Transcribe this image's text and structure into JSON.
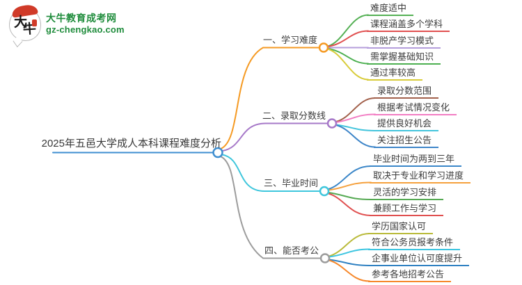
{
  "logo": {
    "bubble_char_1": "大",
    "bubble_char_2": "牛",
    "site_name": "大牛教育成考网",
    "site_url": "gz-chengkao.com",
    "brand_green": "#1f8c3c",
    "accent_red": "#d03a28"
  },
  "root": {
    "label": "2025年五邑大学成人本科课程难度分析",
    "color": "#3e8ed0"
  },
  "branches": [
    {
      "label": "一、学习难度",
      "color": "#f59a23",
      "children": [
        {
          "label": "难度适中",
          "color": "#54b054"
        },
        {
          "label": "课程涵盖多个学科",
          "color": "#e04f4f"
        },
        {
          "label": "非脱产学习模式",
          "color": "#b49ddb"
        },
        {
          "label": "需掌握基础知识",
          "color": "#4caf50"
        },
        {
          "label": "通过率较高",
          "color": "#d8cc3a"
        }
      ]
    },
    {
      "label": "二、录取分数线",
      "color": "#a678c8",
      "children": [
        {
          "label": "录取分数范围",
          "color": "#a2604b"
        },
        {
          "label": "根据考试情况变化",
          "color": "#f27cc3"
        },
        {
          "label": "提供良好机会",
          "color": "#42c4dc"
        },
        {
          "label": "关注招生公告",
          "color": "#3d85c8"
        }
      ]
    },
    {
      "label": "三、毕业时间",
      "color": "#3ec6dc",
      "children": [
        {
          "label": "毕业时间为两到三年",
          "color": "#3a86c8"
        },
        {
          "label": "取决于专业和学习进度",
          "color": "#f5a03c"
        },
        {
          "label": "灵活的学习安排",
          "color": "#55a952"
        },
        {
          "label": "兼顾工作与学习",
          "color": "#e04f4f"
        }
      ]
    },
    {
      "label": "四、能否考公",
      "color": "#9c9c9c",
      "children": [
        {
          "label": "学历国家认可",
          "color": "#b9ba39"
        },
        {
          "label": "符合公务员报考条件",
          "color": "#3cc5e0"
        },
        {
          "label": "企事业单位认可度提升",
          "color": "#2f81c2"
        },
        {
          "label": "参考各地招考公告",
          "color": "#f6882b"
        }
      ]
    }
  ]
}
